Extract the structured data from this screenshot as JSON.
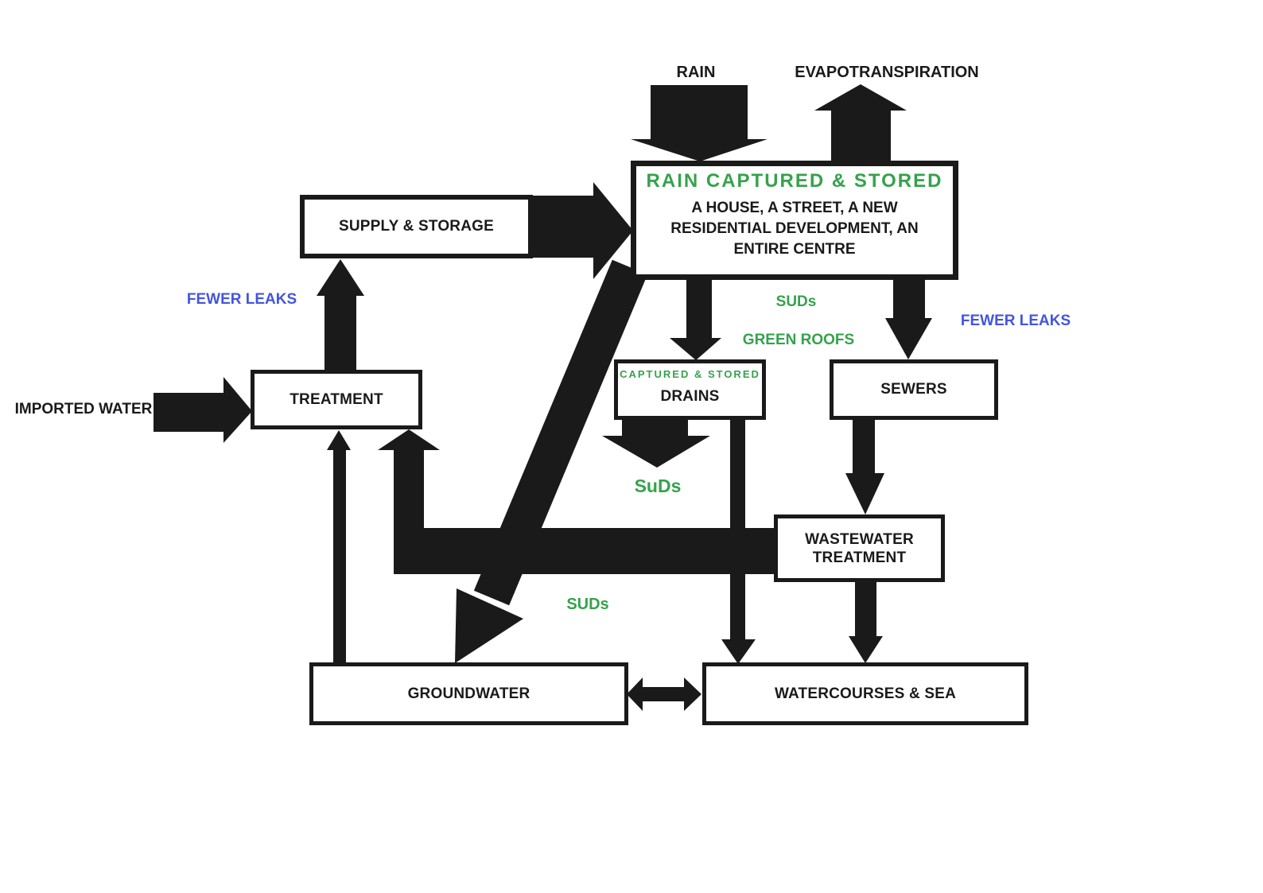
{
  "colors": {
    "arrow_black": "#1a1a1a",
    "accent_green": "#35A24C",
    "accent_blue": "#4355E0",
    "background": "#ffffff"
  },
  "labels": {
    "rain": "RAIN",
    "evapotranspiration": "EVAPOTRANSPIRATION",
    "imported_water": "IMPORTED WATER",
    "fewer_leaks_left": "FEWER LEAKS",
    "fewer_leaks_right": "FEWER LEAKS",
    "suds_top": "SUDs",
    "green_roofs": "GREEN ROOFS",
    "suds_mid": "SuDs",
    "suds_lower": "SUDs"
  },
  "boxes": {
    "supply_storage": "SUPPLY & STORAGE",
    "rain_captured_title": "RAIN CAPTURED & STORED",
    "rain_captured_line1": "A HOUSE, A STREET, A NEW",
    "rain_captured_line2": "RESIDENTIAL DEVELOPMENT, AN",
    "rain_captured_line3": "ENTIRE CENTRE",
    "treatment": "TREATMENT",
    "drains_header": "CAPTURED & STORED",
    "drains": "DRAINS",
    "sewers": "SEWERS",
    "wastewater_line1": "WASTEWATER",
    "wastewater_line2": "TREATMENT",
    "groundwater": "GROUNDWATER",
    "watercourses_sea": "WATERCOURSES & SEA"
  },
  "flows": [
    {
      "from": "RAIN",
      "to": "RAIN CAPTURED & STORED"
    },
    {
      "from": "RAIN CAPTURED & STORED",
      "to": "EVAPOTRANSPIRATION"
    },
    {
      "from": "SUPPLY & STORAGE",
      "to": "RAIN CAPTURED & STORED"
    },
    {
      "from": "TREATMENT",
      "to": "SUPPLY & STORAGE",
      "note": "FEWER LEAKS"
    },
    {
      "from": "IMPORTED WATER",
      "to": "TREATMENT"
    },
    {
      "from": "RAIN CAPTURED & STORED",
      "to": "DRAINS",
      "note": "SUDs, GREEN ROOFS, CAPTURED & STORED"
    },
    {
      "from": "RAIN CAPTURED & STORED",
      "to": "SEWERS",
      "note": "FEWER LEAKS"
    },
    {
      "from": "RAIN CAPTURED & STORED",
      "to": "GROUNDWATER",
      "note": "SUDs"
    },
    {
      "from": "DRAINS",
      "to": "SuDs"
    },
    {
      "from": "DRAINS",
      "to": "WATERCOURSES & SEA"
    },
    {
      "from": "SEWERS",
      "to": "WASTEWATER TREATMENT"
    },
    {
      "from": "WASTEWATER TREATMENT",
      "to": "TREATMENT"
    },
    {
      "from": "WASTEWATER TREATMENT",
      "to": "WATERCOURSES & SEA"
    },
    {
      "from": "GROUNDWATER",
      "to": "TREATMENT"
    },
    {
      "from": "GROUNDWATER",
      "to": "WATERCOURSES & SEA",
      "bidirectional": true
    }
  ]
}
